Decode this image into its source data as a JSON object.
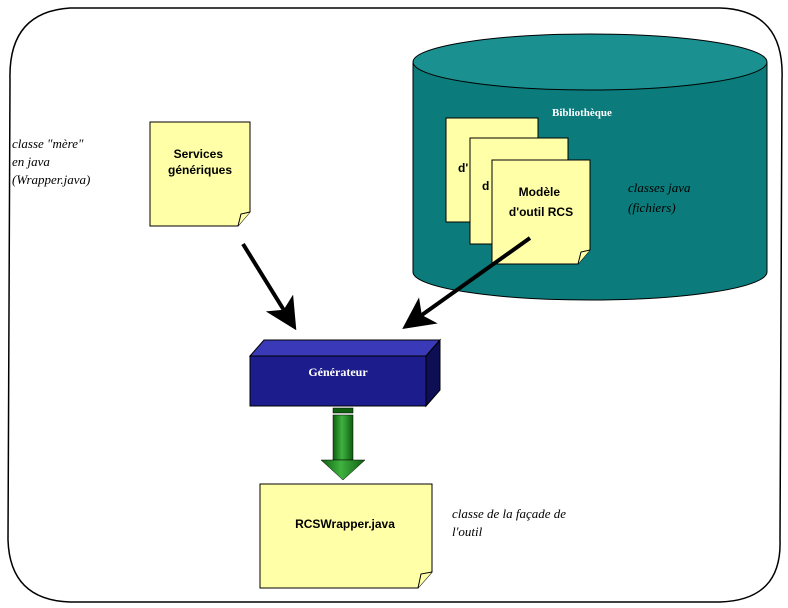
{
  "labels": {
    "parent_class_line1": "classe \"mère\"",
    "parent_class_line2": "en java",
    "parent_class_line3": "(Wrapper.java)",
    "services_line1": "Services",
    "services_line2": "génériques",
    "library_title": "Bibliothèque",
    "back_doc1_fragment": "d'",
    "back_doc2_fragment": "d",
    "rcs_model_line1": "Modèle",
    "rcs_model_line2": "d'outil RCS",
    "java_classes_line1": "classes java",
    "java_classes_line2": "(fichiers)",
    "generator": "Générateur",
    "output_file": "RCSWrapper.java",
    "facade_line1": "classe de la façade de",
    "facade_line2": "l'outil"
  },
  "colors": {
    "note_fill": "#FFFFA8",
    "cylinder_fill": "#0B7B7B",
    "cylinder_top": "#1A9090",
    "generator_front": "#1C1C8C",
    "generator_top": "#3A3AB8",
    "generator_side": "#0E0E55",
    "arrow_black": "#000000",
    "arrow_green": "#1E8A1E"
  }
}
